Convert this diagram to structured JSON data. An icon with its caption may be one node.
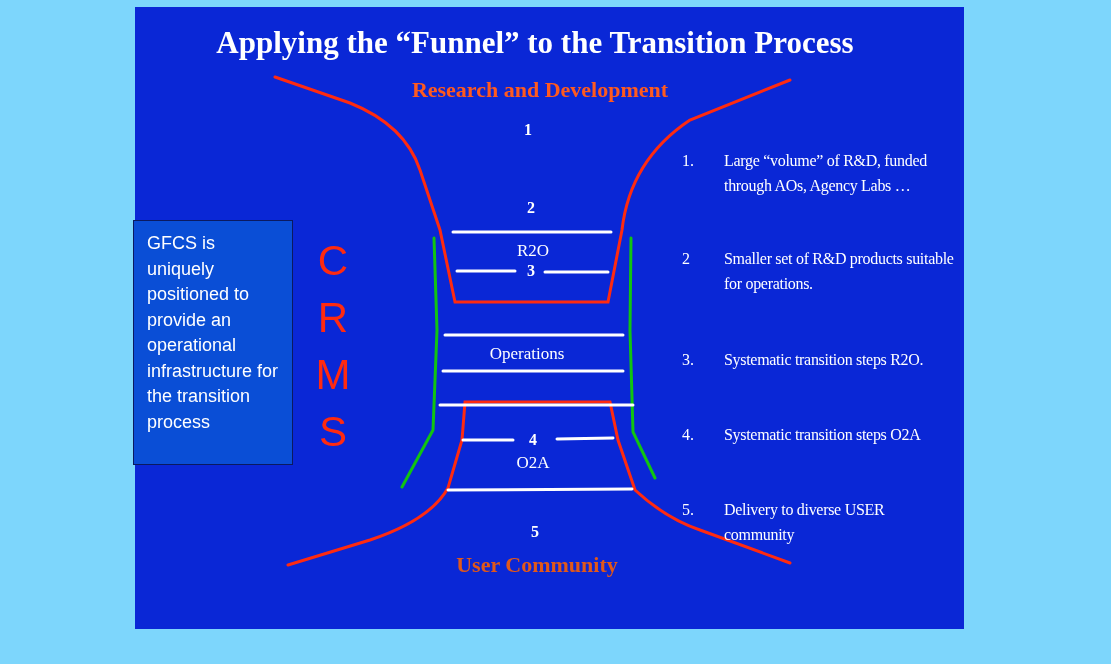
{
  "diagram": {
    "title": "Applying the “Funnel” to the Transition Process",
    "nodes": [
      {
        "text": [
          "GFCS is uniquely positioned to provide an operational infrastructure for the transition process"
        ]
      }
    ],
    "labels": [
      "Research and Development",
      "1",
      "2",
      "R2O",
      "3",
      "Operations",
      "4",
      "O2A",
      "5",
      "User Community",
      "CRMS",
      "1.",
      "Large “volume” of R&D, funded through AOs, Agency Labs …",
      "2",
      "Smaller set of R&D products suitable for operations.",
      "3.",
      "Systematic transition steps R2O.",
      "4.",
      "Systematic transition steps O2A",
      "5.",
      "Delivery to diverse USER community"
    ]
  }
}
